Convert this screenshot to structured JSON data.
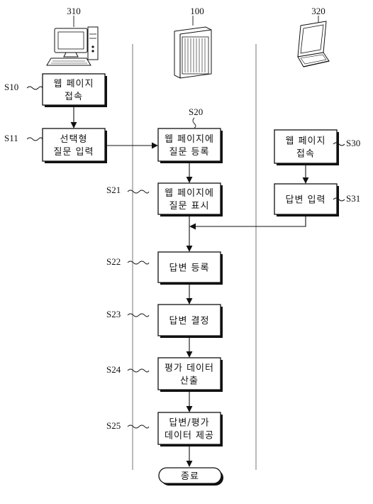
{
  "devices": {
    "pc": {
      "label": "310",
      "icon": "desktop-computer-icon"
    },
    "server": {
      "label": "100",
      "icon": "server-rack-icon"
    },
    "laptop": {
      "label": "320",
      "icon": "laptop-icon"
    }
  },
  "steps": {
    "s10": {
      "id": "S10",
      "lines": [
        "웹 페이지",
        "접속"
      ]
    },
    "s11": {
      "id": "S11",
      "lines": [
        "선택형",
        "질문 입력"
      ]
    },
    "s20": {
      "id": "S20",
      "lines": [
        "웹 페이지에",
        "질문 등록"
      ]
    },
    "s21": {
      "id": "S21",
      "lines": [
        "웹 페이지에",
        "질문 표시"
      ]
    },
    "s22": {
      "id": "S22",
      "lines": [
        "답변 등록"
      ]
    },
    "s23": {
      "id": "S23",
      "lines": [
        "답변 결정"
      ]
    },
    "s24": {
      "id": "S24",
      "lines": [
        "평가 데이터",
        "산출"
      ]
    },
    "s25": {
      "id": "S25",
      "lines": [
        "답변/평가",
        "데이터 제공"
      ]
    },
    "s30": {
      "id": "S30",
      "lines": [
        "웹 페이지",
        "접속"
      ]
    },
    "s31": {
      "id": "S31",
      "lines": [
        "답변 입력"
      ]
    }
  },
  "end": {
    "label": "종료"
  }
}
